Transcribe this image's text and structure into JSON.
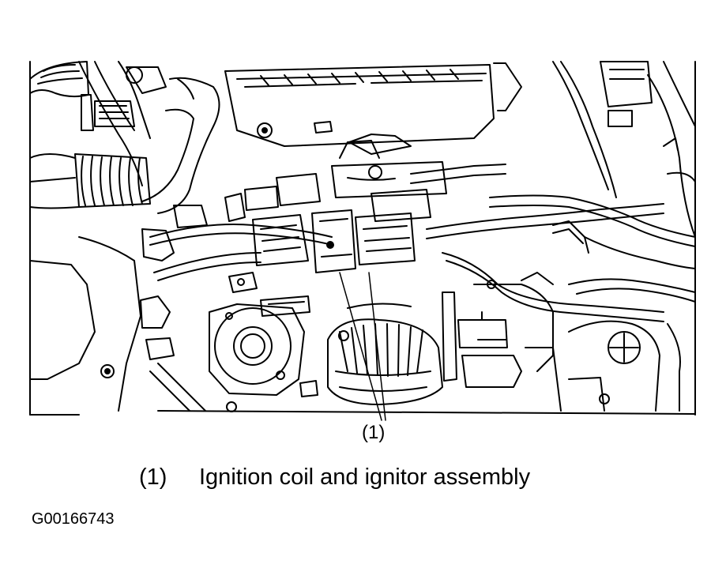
{
  "figure": {
    "callout_label": "(1)",
    "legend": {
      "number": "(1)",
      "text": "Ignition coil and ignitor assembly"
    },
    "figure_id": "G00166743"
  },
  "colors": {
    "line": "#000000",
    "background": "#ffffff"
  }
}
